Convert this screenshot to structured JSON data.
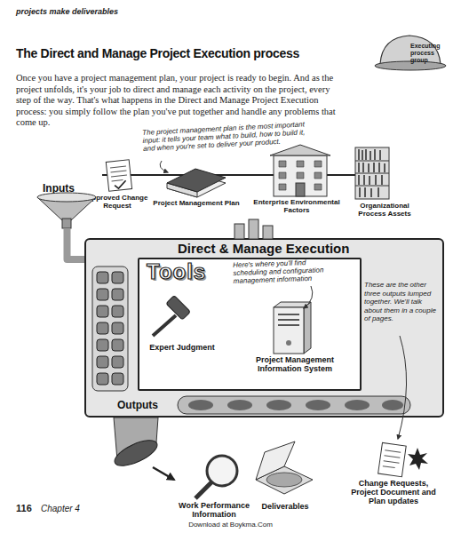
{
  "diagram": {
    "title": "The Direct and Manage Project Execution process",
    "nodes": [
      {
        "text": [
          "Inputs"
        ]
      },
      {
        "text": [
          "Approved Change Request"
        ]
      },
      {
        "text": [
          "Project Management Plan"
        ]
      },
      {
        "text": [
          "Enterprise Environmental Factors"
        ]
      },
      {
        "text": [
          "Organizational Process Assets"
        ]
      },
      {
        "text": [
          "Direct & Manage Execution"
        ]
      },
      {
        "text": [
          "Tools"
        ],
        "in": 5
      },
      {
        "text": [
          "Expert Judgment"
        ],
        "in": 6
      },
      {
        "text": [
          "Project Management Information System"
        ],
        "in": 6
      },
      {
        "text": [
          "Outputs"
        ]
      },
      {
        "text": [
          "Work Performance Information"
        ]
      },
      {
        "text": [
          "Deliverables"
        ]
      },
      {
        "text": [
          "Change Requests, Project Document and Plan updates"
        ]
      }
    ],
    "edges": [
      {
        "from": 0,
        "to": 5,
        "arrow": "none"
      },
      {
        "from": 9,
        "to": 10,
        "arrow": "to"
      }
    ],
    "labels": [
      "projects make deliverables",
      "Once you have a project management plan, your project is ready to begin. And as the project unfolds, it's your job to direct and manage each activity on the project, every step of the way. That's what happens in the Direct and Manage Project Execution process: you simply follow the plan you've put together and handle any problems that come up.",
      "Executing process group",
      "The project management plan is the most important input: it tells your team what to build, how to build it, and when you're set to deliver your product.",
      "Here's where you'll find scheduling and configuration management information",
      "These are the other three outputs lumped together. We'll talk about them in a couple of pages.",
      "116",
      "Chapter 4",
      "Download at Boykma.Com"
    ]
  }
}
